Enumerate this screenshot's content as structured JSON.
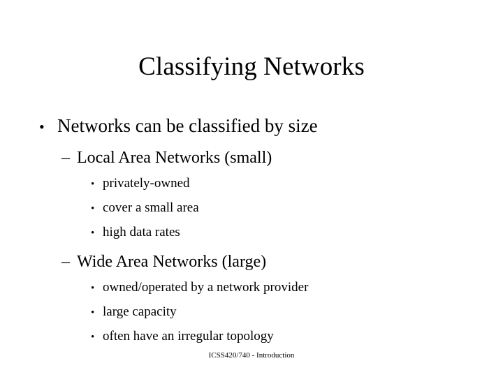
{
  "slide": {
    "title": "Classifying Networks",
    "footer": "ICSS420/740 - Introduction",
    "background_color": "#ffffff",
    "text_color": "#000000",
    "markers": {
      "level1": "•",
      "level2": "–",
      "level3": "•"
    },
    "outline": [
      {
        "level": 1,
        "text": "Networks can be classified by size",
        "children": [
          {
            "level": 2,
            "text": "Local Area Networks (small)",
            "children": [
              {
                "level": 3,
                "text": "privately-owned"
              },
              {
                "level": 3,
                "text": "cover a small area"
              },
              {
                "level": 3,
                "text": "high data rates"
              }
            ]
          },
          {
            "level": 2,
            "text": "Wide Area Networks (large)",
            "children": [
              {
                "level": 3,
                "text": "owned/operated by a network provider"
              },
              {
                "level": 3,
                "text": "large capacity"
              },
              {
                "level": 3,
                "text": "often have an irregular topology"
              }
            ]
          }
        ]
      }
    ]
  }
}
